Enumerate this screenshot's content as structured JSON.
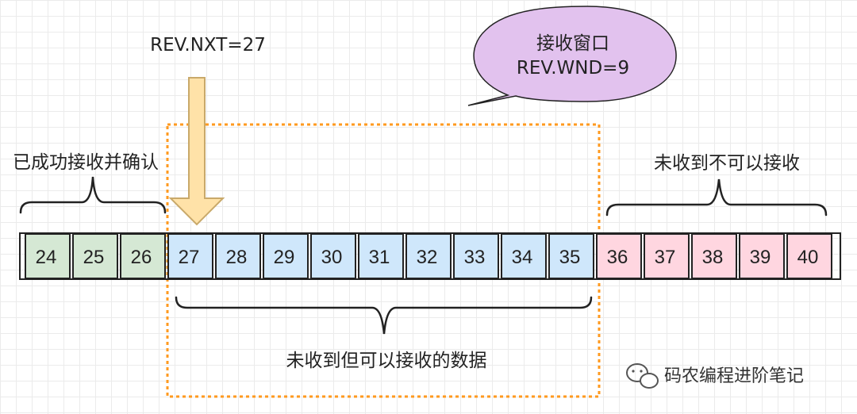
{
  "labels": {
    "rev_nxt": "REV.NXT=27",
    "window_title": "接收窗口",
    "window_size": "REV.WND=9",
    "acked": "已成功接收并确认",
    "not_receivable": "未收到不可以接收",
    "receivable": "未收到但可以接收的数据",
    "watermark": "码农编程进阶笔记"
  },
  "segments": [
    {
      "seq": "24",
      "group": "acked"
    },
    {
      "seq": "25",
      "group": "acked"
    },
    {
      "seq": "26",
      "group": "acked"
    },
    {
      "seq": "27",
      "group": "window"
    },
    {
      "seq": "28",
      "group": "window"
    },
    {
      "seq": "29",
      "group": "window"
    },
    {
      "seq": "30",
      "group": "window"
    },
    {
      "seq": "31",
      "group": "window"
    },
    {
      "seq": "32",
      "group": "window"
    },
    {
      "seq": "33",
      "group": "window"
    },
    {
      "seq": "34",
      "group": "window"
    },
    {
      "seq": "35",
      "group": "window"
    },
    {
      "seq": "36",
      "group": "blocked"
    },
    {
      "seq": "37",
      "group": "blocked"
    },
    {
      "seq": "38",
      "group": "blocked"
    },
    {
      "seq": "39",
      "group": "blocked"
    },
    {
      "seq": "40",
      "group": "blocked"
    }
  ],
  "colors": {
    "acked": "#d5e8d4",
    "window": "#cfe7fb",
    "blocked": "#ffd6e0",
    "window_border": "#ff9a1f",
    "arrow_fill": "#ffe2a8",
    "arrow_stroke": "#c9a96a",
    "bubble_fill": "#e2c2ee",
    "bubble_stroke": "#222222"
  }
}
